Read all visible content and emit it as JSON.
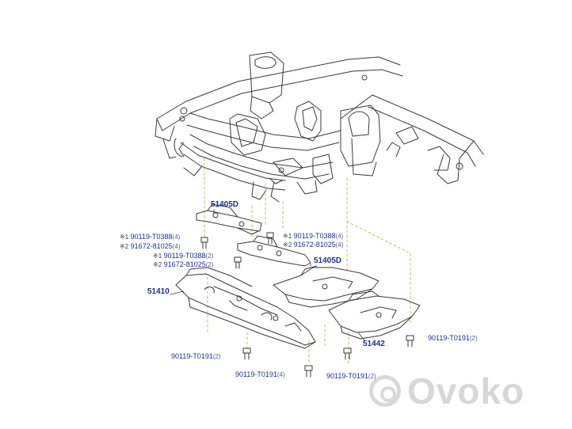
{
  "labels": {
    "part_51405D_top": "51405D",
    "part_51405D_mid": "51405D",
    "part_51410": "51410",
    "part_51442": "51442",
    "ref_left_1_mark": "※1",
    "ref_left_1_num": "90119-T0388",
    "ref_left_1_qty": "(4)",
    "ref_left_2_mark": "※2",
    "ref_left_2_num": "91672-81025",
    "ref_left_2_qty": "(4)",
    "ref_right_1_mark": "※1",
    "ref_right_1_num": "90119-T0388",
    "ref_right_1_qty": "(4)",
    "ref_right_2_mark": "※2",
    "ref_right_2_num": "91672-81025",
    "ref_right_2_qty": "(4)",
    "ref_mid_1_mark": "※1",
    "ref_mid_1_num": "90119-T0388",
    "ref_mid_1_qty": "(2)",
    "ref_mid_2_mark": "※2",
    "ref_mid_2_num": "91672-81025",
    "ref_mid_2_qty": "(2)",
    "bolt_left_num": "90119-T0191",
    "bolt_left_qty": "(2)",
    "bolt_center_num": "90119-T0191",
    "bolt_center_qty": "(4)",
    "bolt_right_num": "90119-T0191",
    "bolt_right_qty": "(2)",
    "bolt_far_right_num": "90119-T0191",
    "bolt_far_right_qty": "(2)"
  },
  "watermark": {
    "text": "Ovoko",
    "color": "#d7d7d7"
  },
  "colors": {
    "label_blue": "#1f2f8c",
    "line": "#3a3a3a",
    "leader_dashed": "#c9b86a"
  },
  "icons": [
    "logo-icon"
  ]
}
